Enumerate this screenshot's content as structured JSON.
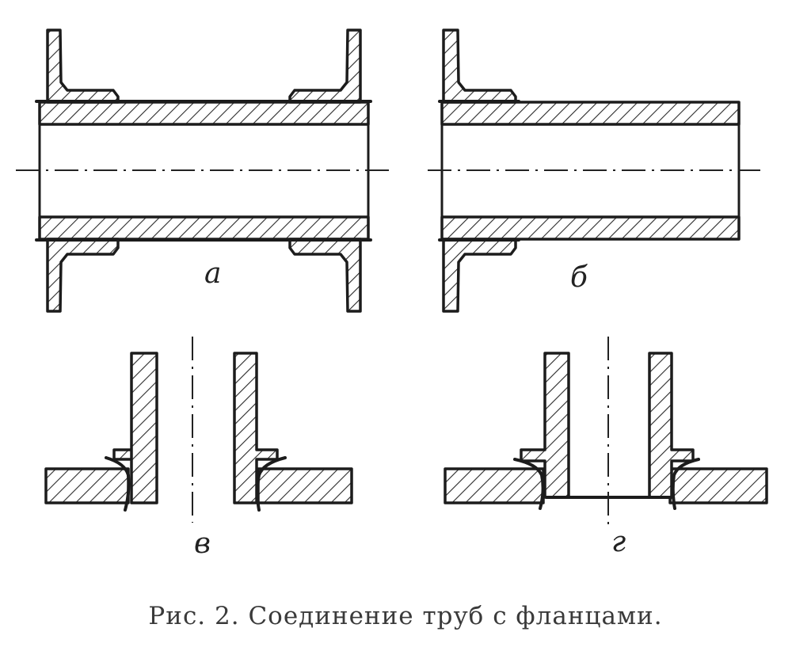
{
  "figure": {
    "labels": {
      "a": "а",
      "b": "б",
      "v": "в",
      "g": "г"
    },
    "caption": "Рис. 2. Соединение труб с фланцами."
  }
}
